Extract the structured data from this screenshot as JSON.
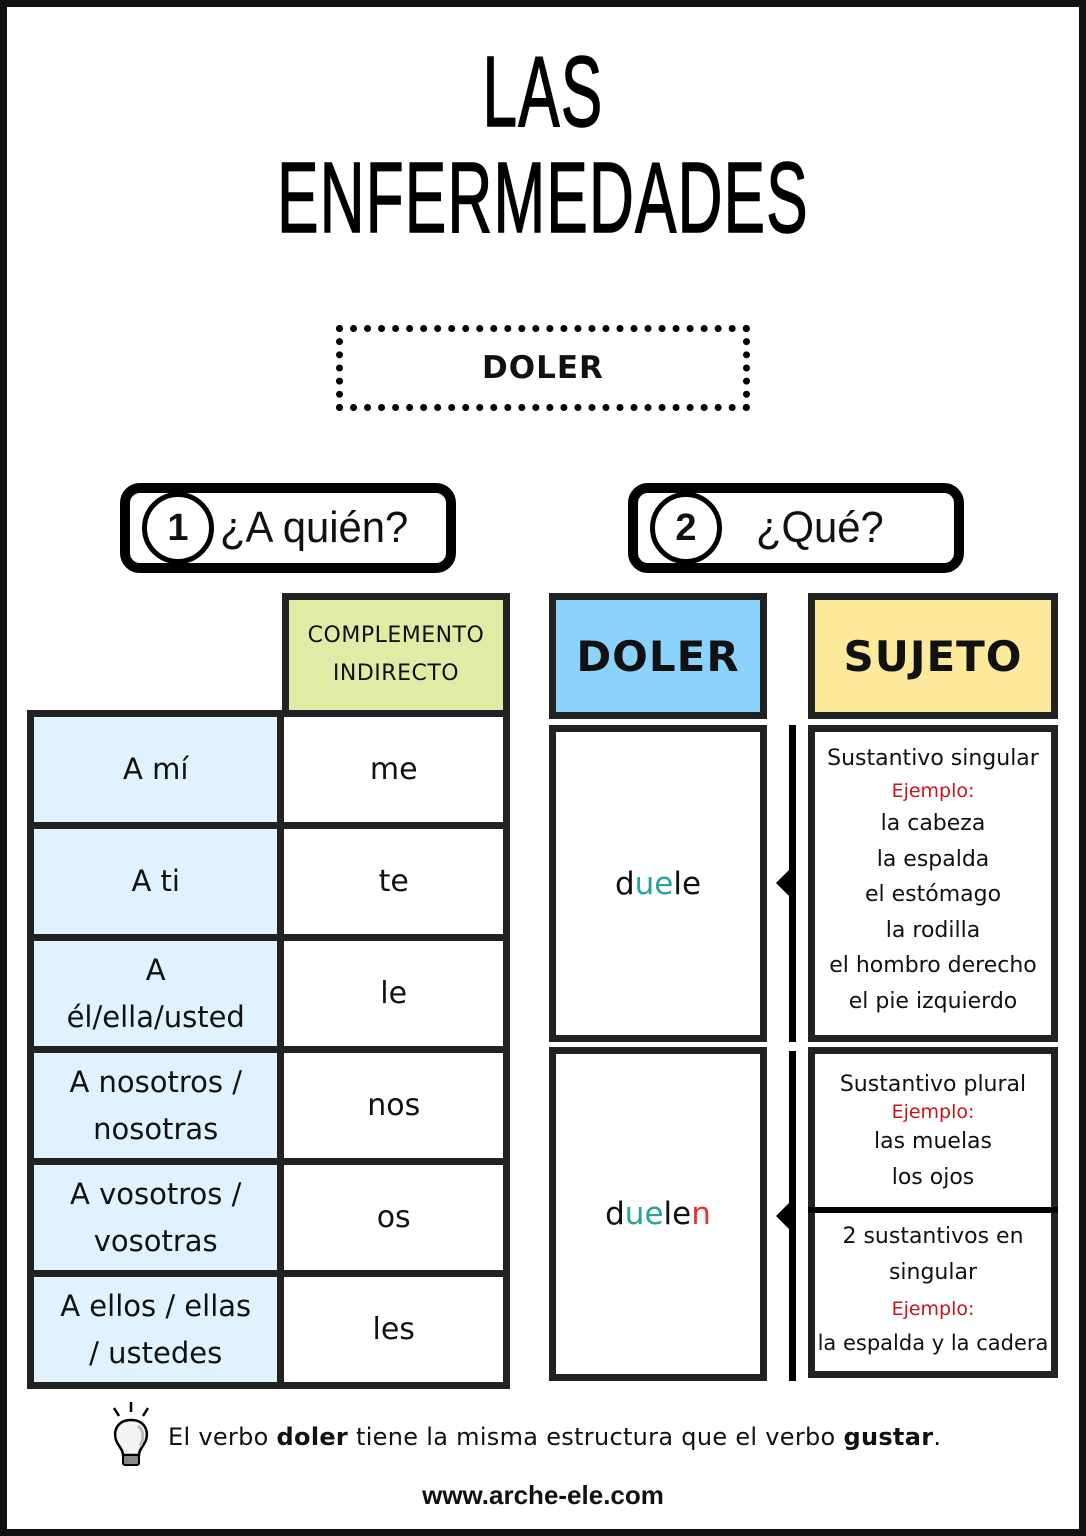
{
  "title": {
    "line1": "LAS",
    "line2": "ENFERMEDADES"
  },
  "verb_box": {
    "label": "DOLER"
  },
  "questions": [
    {
      "number": "1",
      "label": "¿A quién?"
    },
    {
      "number": "2",
      "label": "¿Qué?"
    }
  ],
  "left_table": {
    "header": {
      "line1": "COMPLEMENTO",
      "line2": "INDIRECTO"
    },
    "rows": [
      {
        "who_line1": "A mí",
        "who_line2": "",
        "pronoun": "me"
      },
      {
        "who_line1": "A ti",
        "who_line2": "",
        "pronoun": "te"
      },
      {
        "who_line1": "A",
        "who_line2": "él/ella/usted",
        "pronoun": "le"
      },
      {
        "who_line1": "A nosotros /",
        "who_line2": "nosotras",
        "pronoun": "nos"
      },
      {
        "who_line1": "A vosotros /",
        "who_line2": "vosotras",
        "pronoun": "os"
      },
      {
        "who_line1": "A ellos / ellas",
        "who_line2": "/ ustedes",
        "pronoun": "les"
      }
    ]
  },
  "right_table": {
    "verb_header": "DOLER",
    "subject_header": "SUJETO",
    "singular": {
      "verb": {
        "p1": "d",
        "p2": "ue",
        "p3": "le",
        "p4": ""
      },
      "heading": "Sustantivo singular",
      "example_label": "Ejemplo:",
      "examples": [
        "la cabeza",
        "la espalda",
        "el estómago",
        "la rodilla",
        "el hombro derecho",
        "el pie izquierdo"
      ]
    },
    "plural": {
      "verb": {
        "p1": "d",
        "p2": "ue",
        "p3": "le",
        "p4": "n"
      },
      "block1": {
        "heading": "Sustantivo plural",
        "example_label": "Ejemplo:",
        "examples": [
          "las muelas",
          "los ojos"
        ]
      },
      "block2": {
        "heading_line1": "2 sustantivos en",
        "heading_line2": "singular",
        "example_label": "Ejemplo:",
        "examples": [
          "la espalda y la cadera"
        ]
      }
    }
  },
  "footer": {
    "tip_part1": "El verbo ",
    "tip_bold1": "doler",
    "tip_part2": " tiene la misma estructura que el verbo ",
    "tip_bold2": "gustar",
    "tip_part3": ".",
    "website": "www.arche-ele.com"
  },
  "colors": {
    "ci_header_bg": "#dfeca5",
    "person_cell_bg": "#dff2fd",
    "doler_header_bg": "#8bd3fd",
    "sujeto_header_bg": "#fde99b",
    "stem_change_color": "#2aa39a",
    "plural_ending_color": "#e8323f",
    "example_label_color": "#c4161c"
  }
}
